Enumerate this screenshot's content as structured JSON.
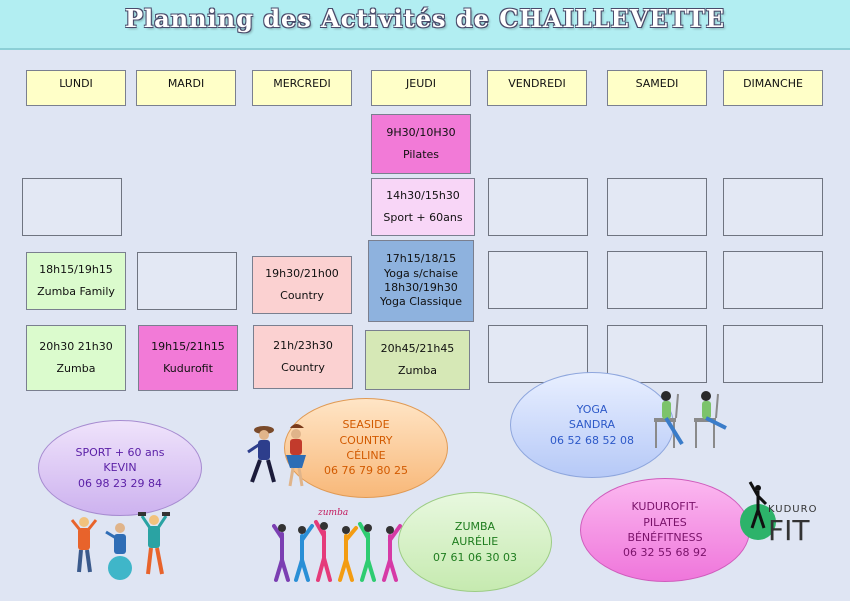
{
  "title": "Planning des Activités de CHAILLEVETTE",
  "days": [
    "LUNDI",
    "MARDI",
    "MERCREDI",
    "JEUDI",
    "VENDREDI",
    "SAMEDI",
    "DIMANCHE"
  ],
  "slots": {
    "jeudi_pilates": {
      "time": "9H30/10H30",
      "name": "Pilates"
    },
    "jeudi_sport60": {
      "time": "14h30/15h30",
      "name": "Sport + 60ans"
    },
    "lundi_zumba_family": {
      "time": "18h15/19h15",
      "name": "Zumba Family"
    },
    "mercredi_country_1": {
      "time": "19h30/21h00",
      "name": "Country"
    },
    "jeudi_yoga": {
      "time1": "17h15/18/15",
      "name1": "Yoga s/chaise",
      "time2": "18h30/19h30",
      "name2": "Yoga Classique"
    },
    "lundi_zumba": {
      "time": "20h30 21h30",
      "name": "Zumba"
    },
    "mardi_kudurofit": {
      "time": "19h15/21h15",
      "name": "Kudurofit"
    },
    "mercredi_country_2": {
      "time": "21h/23h30",
      "name": "Country"
    },
    "jeudi_zumba": {
      "time": "20h45/21h45",
      "name": "Zumba"
    }
  },
  "contacts": {
    "sport": {
      "line1": "SPORT + 60 ans",
      "line2": "KEVIN",
      "phone": "06 98 23 29 84"
    },
    "country": {
      "line1": "SEASIDE",
      "line2": "COUNTRY",
      "line3": "CÉLINE",
      "phone": "06 76 79 80 25"
    },
    "yoga": {
      "line1": "YOGA",
      "line2": "SANDRA",
      "phone": "06 52 68 52 08"
    },
    "zumba": {
      "line1": "ZUMBA",
      "line2": "AURÉLIE",
      "phone": "07 61 06 30 03"
    },
    "kudurofit": {
      "line1": "KUDUROFIT-",
      "line2": "PILATES",
      "line3": "BÉNÉFITNESS",
      "phone": "06 32 55 68 92"
    }
  },
  "logos": {
    "kuduro_small": "KUDURO",
    "kuduro_big": "FIT",
    "zumba": "zumba"
  },
  "colors": {
    "banner": "#b2eef2",
    "background": "#dfe5f3",
    "day_header": "#ffffc8",
    "magenta": "#f27ad7",
    "blue": "#8eb2de"
  }
}
